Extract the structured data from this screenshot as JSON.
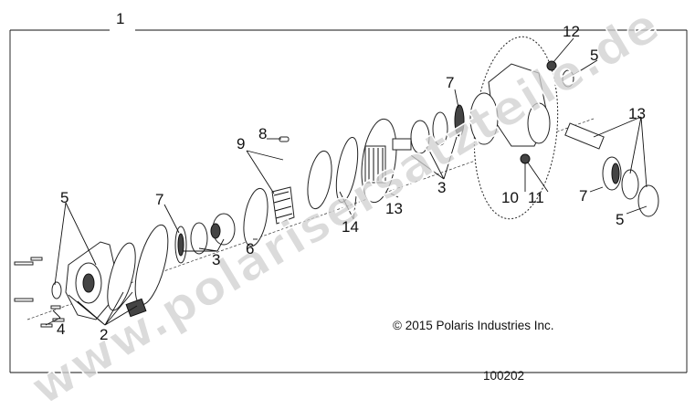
{
  "diagram": {
    "assembly_callout": "1",
    "callouts": {
      "c12": "12",
      "c5_top": "5",
      "c7_top": "7",
      "c13_right": "13",
      "c9": "9",
      "c8": "8",
      "c3_mid": "3",
      "c10": "10",
      "c11": "11",
      "c7_right": "7",
      "c5_left": "5",
      "c7_left": "7",
      "c13_mid": "13",
      "c5_bottom": "5",
      "c14": "14",
      "c6": "6",
      "c3_left": "3",
      "c4": "4",
      "c2": "2"
    },
    "copyright": "© 2015 Polaris Industries Inc.",
    "figure_number": "100202",
    "watermark": "www.polarisersatzteile.de"
  }
}
